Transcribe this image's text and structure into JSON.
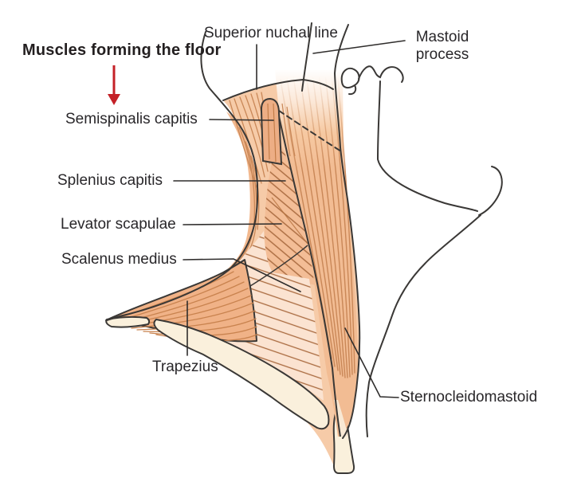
{
  "diagram": {
    "title": "Muscles forming the floor",
    "labels": {
      "superior_nuchal_line": "Superior nuchal line",
      "mastoid_process": "Mastoid process",
      "semispinalis_capitis": "Semispinalis capitis",
      "splenius_capitis": "Splenius capitis",
      "levator_scapulae": "Levator scapulae",
      "scalenus_medius": "Scalenus medius",
      "trapezius": "Trapezius",
      "sternocleidomastoid": "Sternocleidomastoid"
    },
    "colors": {
      "background": "#ffffff",
      "outline": "#3a3836",
      "leader_line": "#2f2d2c",
      "text": "#29272a",
      "muscle_base": "#f6cba8",
      "muscle_mid": "#f2bc95",
      "trapezius_fill": "#f0b287",
      "semispinalis_fill": "#edae85",
      "hatch_dark_bg": "#f3bd96",
      "hatch_light_bg": "#fbe3d1",
      "fiber_line": "#c98757",
      "hatch_line": "#a96a3f",
      "bone_fill": "#faf0dc",
      "arrow_red": "#c42127"
    }
  }
}
